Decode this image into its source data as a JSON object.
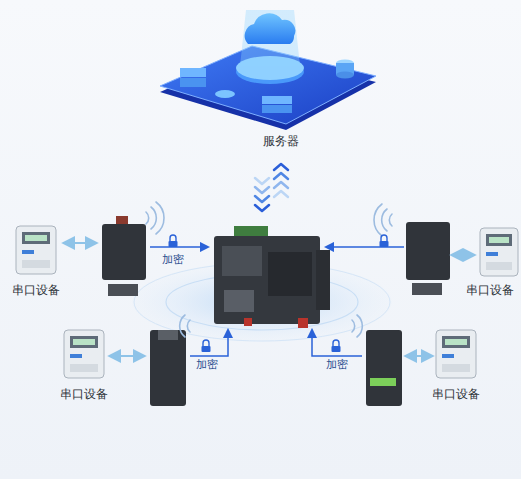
{
  "diagram": {
    "nodes": [
      {
        "text": [
          "服务器"
        ]
      },
      {
        "text": [
          "串口设备"
        ]
      },
      {
        "text": [
          "串口设备"
        ]
      },
      {
        "text": [
          "串口设备"
        ]
      },
      {
        "text": [
          "串口设备"
        ]
      }
    ],
    "labels": [
      "加密",
      "加密",
      "加密"
    ]
  }
}
